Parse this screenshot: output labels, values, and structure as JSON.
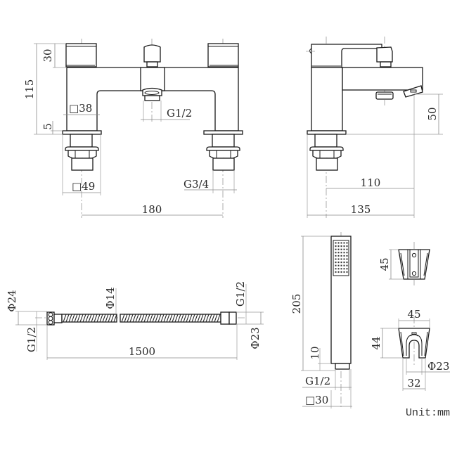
{
  "drawing": {
    "unit_label": "Unit:mm",
    "front_view": {
      "dim_handle_height": "30",
      "dim_total_height": "115",
      "dim_base_plate": "5",
      "dim_body_square": "□38",
      "dim_diverter_thread": "G1/2",
      "dim_flange_square": "□49",
      "dim_inlet_thread": "G3/4",
      "dim_centres": "180"
    },
    "side_view": {
      "dim_spout_height": "50",
      "dim_spout_reach": "110",
      "dim_total_depth": "135"
    },
    "hose": {
      "dim_nut_diameter": "Φ24",
      "dim_hose_diameter": "Φ14",
      "dim_thread_right": "G1/2",
      "dim_thread_left": "G1/2",
      "dim_cone_diameter": "Φ23",
      "dim_length": "1500"
    },
    "handset": {
      "dim_length": "205",
      "dim_thread_length": "10",
      "dim_thread": "G1/2",
      "dim_square": "□30"
    },
    "holder": {
      "dim_side_height": "45",
      "dim_top_width": "45",
      "dim_front_height": "44",
      "dim_cradle_diameter": "Φ23",
      "dim_bottom_width": "32"
    }
  }
}
